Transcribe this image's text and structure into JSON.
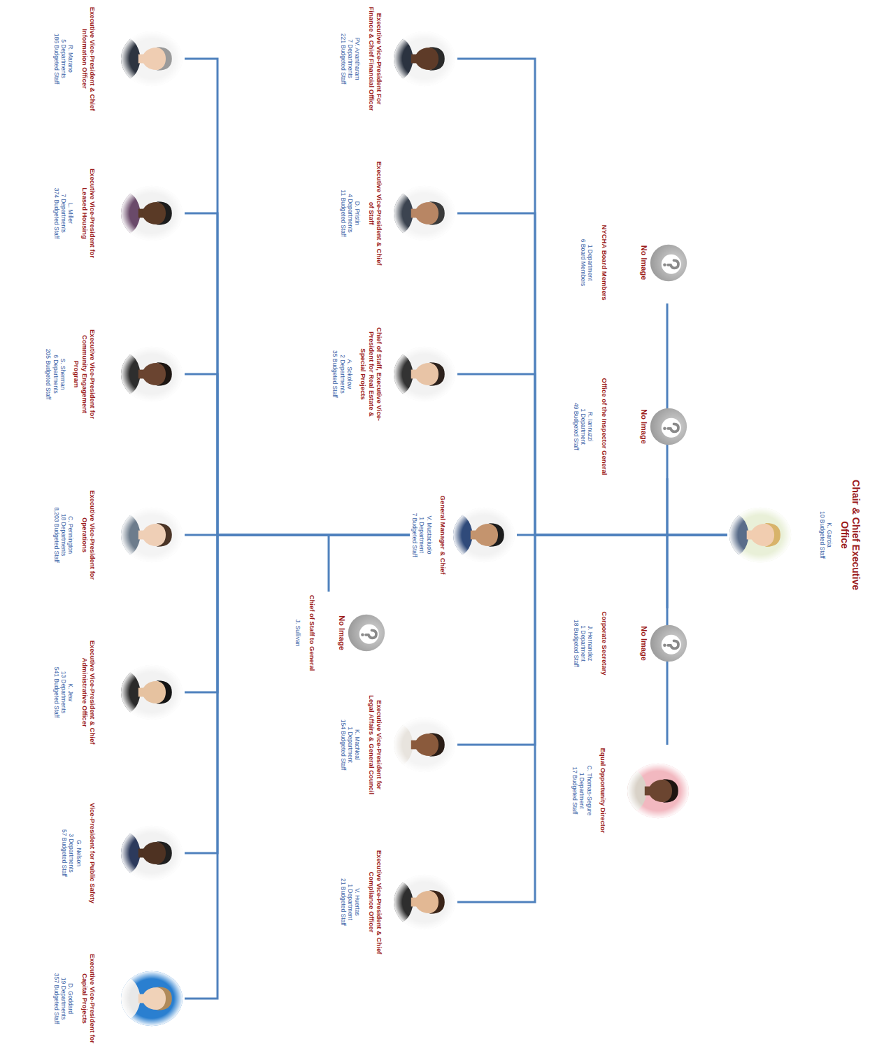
{
  "diagram": {
    "nodes": [
      {
        "text": [
          "Chair & Chief Executive Office",
          "K. Garcia",
          "10 Budgeted Staff"
        ]
      },
      {
        "text": [
          "No Image",
          "NYCHA Board Members",
          "1 Department",
          "6 Board Members"
        ]
      },
      {
        "text": [
          "No Image",
          "Office of the Inspector General",
          "R. Iannuzzi",
          "1 Department",
          "49 Budgeted Staff"
        ]
      },
      {
        "text": [
          "No Image",
          "Corporate Secretary",
          "J. Hernandez",
          "1 Department",
          "18 Budgeted Staff"
        ]
      },
      {
        "text": [
          "Equal Opportunity Director",
          "C. Thomas-Segure",
          "1 Department",
          "17 Budgeted Staff"
        ]
      },
      {
        "text": [
          "Executive Vice-President For Finance & Chief Financial Officer",
          "PV. Anantharam",
          "7 Departments",
          "221 Budgeted Staff"
        ]
      },
      {
        "text": [
          "Executive Vice-President & Chief of Staff",
          "D. Pristin",
          "4 Departments",
          "11 Budgeted Staff"
        ]
      },
      {
        "text": [
          "Chief of Staff, Executive Vice-President for Real Estate & Special Projects",
          "A. Sokolow",
          "2 Departments",
          "35 Budgeted Staff"
        ]
      },
      {
        "text": [
          "General Manager & Chief",
          "V. Mustaciuolo",
          "1 Department",
          "7 Budgeted Staff"
        ]
      },
      {
        "text": [
          "Executive Vice-President for Legal Affairs & General Council",
          "K. MacNeal",
          "1 Department",
          "154 Budgeted Staff"
        ]
      },
      {
        "text": [
          "Executive Vice-President & Chief Compliance Officer",
          "V. Huertas",
          "1 Department",
          "21 Budgeted Staff"
        ]
      },
      {
        "text": [
          "No Image",
          "Chief of Staff to General",
          "J. Sullivan"
        ]
      },
      {
        "text": [
          "Executive Vice-President & Chief Information Officer",
          "R. Marano",
          "5 Departments",
          "186 Budgeted Staff"
        ]
      },
      {
        "text": [
          "Executive Vice-President for Leased Housing",
          "L. Miller",
          "7 Departments",
          "374 Budgeted Staff"
        ]
      },
      {
        "text": [
          "Executive Vice-President for Community Engagement Program",
          "S. Sherman",
          "6 Departments",
          "205 Budgeted Staff"
        ]
      },
      {
        "text": [
          "Executive Vice-President for Operations",
          "C. Pennington",
          "18 Departments",
          "8,203 Budgeted Staff"
        ]
      },
      {
        "text": [
          "Executive Vice-President & Chief Administrative Officer",
          "K. Jew",
          "13 Departments",
          "541 Budgeted Staff"
        ]
      },
      {
        "text": [
          "Vice-President for Public Safety",
          "G. Nelson",
          "3 Departments",
          "57 Budgeted Staff"
        ]
      },
      {
        "text": [
          "Executive Vice-President for Capital Projects",
          "D. Goddard",
          "19 Departments",
          "357 Budgeted Staff"
        ]
      }
    ],
    "edges": [
      {
        "from": 0,
        "to": 1,
        "arrow": "none"
      },
      {
        "from": 0,
        "to": 2,
        "arrow": "none"
      },
      {
        "from": 0,
        "to": 3,
        "arrow": "none"
      },
      {
        "from": 0,
        "to": 4,
        "arrow": "none"
      },
      {
        "from": 0,
        "to": 5,
        "arrow": "none"
      },
      {
        "from": 0,
        "to": 6,
        "arrow": "none"
      },
      {
        "from": 0,
        "to": 7,
        "arrow": "none"
      },
      {
        "from": 0,
        "to": 8,
        "arrow": "none"
      },
      {
        "from": 0,
        "to": 9,
        "arrow": "none"
      },
      {
        "from": 0,
        "to": 10,
        "arrow": "none"
      },
      {
        "from": 8,
        "to": 11,
        "arrow": "none"
      },
      {
        "from": 8,
        "to": 12,
        "arrow": "none"
      },
      {
        "from": 8,
        "to": 13,
        "arrow": "none"
      },
      {
        "from": 8,
        "to": 14,
        "arrow": "none"
      },
      {
        "from": 8,
        "to": 15,
        "arrow": "none"
      },
      {
        "from": 8,
        "to": 16,
        "arrow": "none"
      },
      {
        "from": 8,
        "to": 17,
        "arrow": "none"
      },
      {
        "from": 8,
        "to": 18,
        "arrow": "none"
      }
    ]
  }
}
